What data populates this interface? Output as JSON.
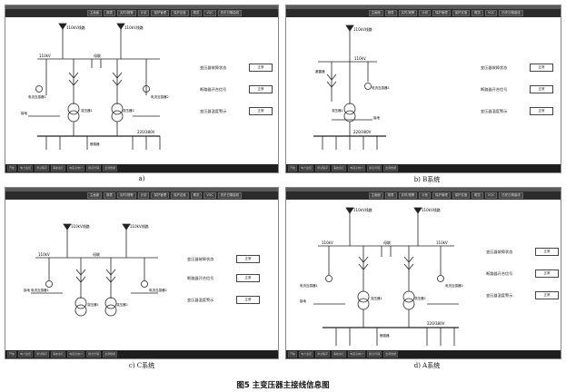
{
  "menu_items": [
    "主画面",
    "报表",
    "实时/报警",
    "计划",
    "保护管理",
    "保护定值",
    "概览",
    "VQC",
    "历史日期曲线"
  ],
  "taskbar_items": [
    "开始",
    "电力监控",
    "测试程序",
    "事故追忆",
    "电度表统计",
    "报表管理",
    "监测数据"
  ],
  "status_labels": [
    "变压器故障状态",
    "断路器开合信号",
    "变压器温度警示"
  ],
  "status_value": "正常",
  "diagram_labels": {
    "line_110": "110kV线路",
    "bus_110": "110kV",
    "bus_tie": "母联",
    "arrester": "避雷器",
    "transformer_1": "变压器1",
    "transformer_2": "变压器2",
    "grounding": "接地",
    "low_voltage": "220/380V",
    "breaker": "断路器",
    "ct_1": "电流互感器1",
    "ct_2": "电流互感器2"
  },
  "panels": [
    {
      "id": "a",
      "caption": "a)"
    },
    {
      "id": "b",
      "caption": "b) B系统"
    },
    {
      "id": "c",
      "caption": "c) C系统"
    },
    {
      "id": "d",
      "caption": "d) A系统"
    }
  ],
  "figure_title": "图5  主变压器主接线信息图"
}
